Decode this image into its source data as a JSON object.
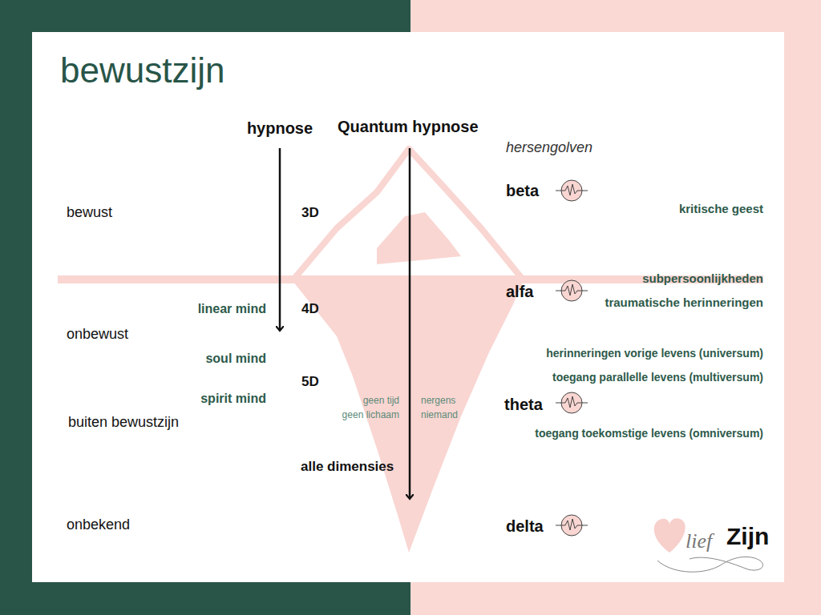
{
  "diagram": {
    "title": "bewustzijn",
    "labels": [
      "hypnose",
      "Quantum hypnose",
      "hersengolven",
      "beta",
      "bewust",
      "3D",
      "kritische geest",
      "alfa",
      "subpersoonlijkheden",
      "linear mind",
      "4D",
      "traumatische herinneringen",
      "onbewust",
      "soul mind",
      "herinneringen vorige levens (universum)",
      "toegang parallelle levens (multiversum)",
      "5D",
      "spirit mind",
      "geen tijd",
      "nergens",
      "theta",
      "geen lichaam",
      "niemand",
      "buiten bewustzijn",
      "toegang toekomstige levens (omniversum)",
      "alle dimensies",
      "onbekend",
      "delta",
      "lief",
      "Zijn"
    ]
  }
}
